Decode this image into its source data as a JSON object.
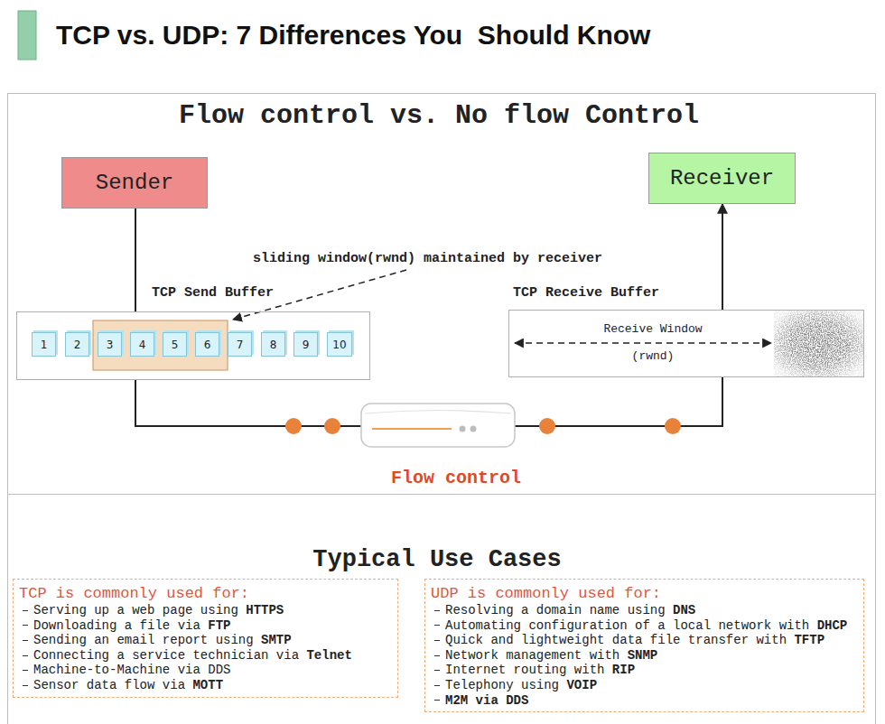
{
  "diagram": {
    "title": "TCP vs. UDP: 7 Differences You  Should Know",
    "nodes": [
      {
        "text": [
          "Flow control vs. No flow Control",
          "Flow control"
        ]
      },
      {
        "text": [
          "Sender"
        ],
        "in": 0
      },
      {
        "text": [
          "Receiver"
        ],
        "in": 0
      },
      {
        "text": [
          "TCP Send Buffer"
        ],
        "in": 0
      },
      {
        "text": [
          "1"
        ],
        "in": 3
      },
      {
        "text": [
          "2"
        ],
        "in": 3
      },
      {
        "text": [
          "3"
        ],
        "in": 3
      },
      {
        "text": [
          "4"
        ],
        "in": 3
      },
      {
        "text": [
          "5"
        ],
        "in": 3
      },
      {
        "text": [
          "6"
        ],
        "in": 3
      },
      {
        "text": [
          "7"
        ],
        "in": 3
      },
      {
        "text": [
          "8"
        ],
        "in": 3
      },
      {
        "text": [
          "9"
        ],
        "in": 3
      },
      {
        "text": [
          "10"
        ],
        "in": 3
      },
      {
        "text": [
          "TCP Receive Buffer",
          "Receive Window",
          "(rwnd)"
        ],
        "in": 0
      },
      {
        "text": [
          "TCP is commonly used for:",
          "Serving up a web page using",
          "HTTPS",
          "Downloading a file via",
          "FTP",
          "Sending an email report using",
          "SMTP",
          "Connecting a service technician via",
          "Telnet",
          "Machine-to-Machine via DDS",
          "Sensor data flow via",
          "MOTT"
        ]
      },
      {
        "text": [
          "UDP is commonly used for:",
          "Resolving a domain name using",
          "DNS",
          "Automating configuration of a local network with",
          "DHCP",
          "Quick and lightweight data file transfer with",
          "TFTP",
          "Network management with",
          "SNMP",
          "Internet routing with",
          "RIP",
          "Telephony using",
          "VOIP",
          "M2M via DDS"
        ]
      }
    ],
    "edges": [
      {
        "from": 1,
        "to": 3,
        "arrow": "none"
      },
      {
        "from": 3,
        "to": 14,
        "arrow": "none"
      },
      {
        "from": 14,
        "to": 2,
        "arrow": "to"
      }
    ],
    "labels": [
      "sliding window(rwnd) maintained by receiver",
      "Typical Use Cases"
    ]
  }
}
